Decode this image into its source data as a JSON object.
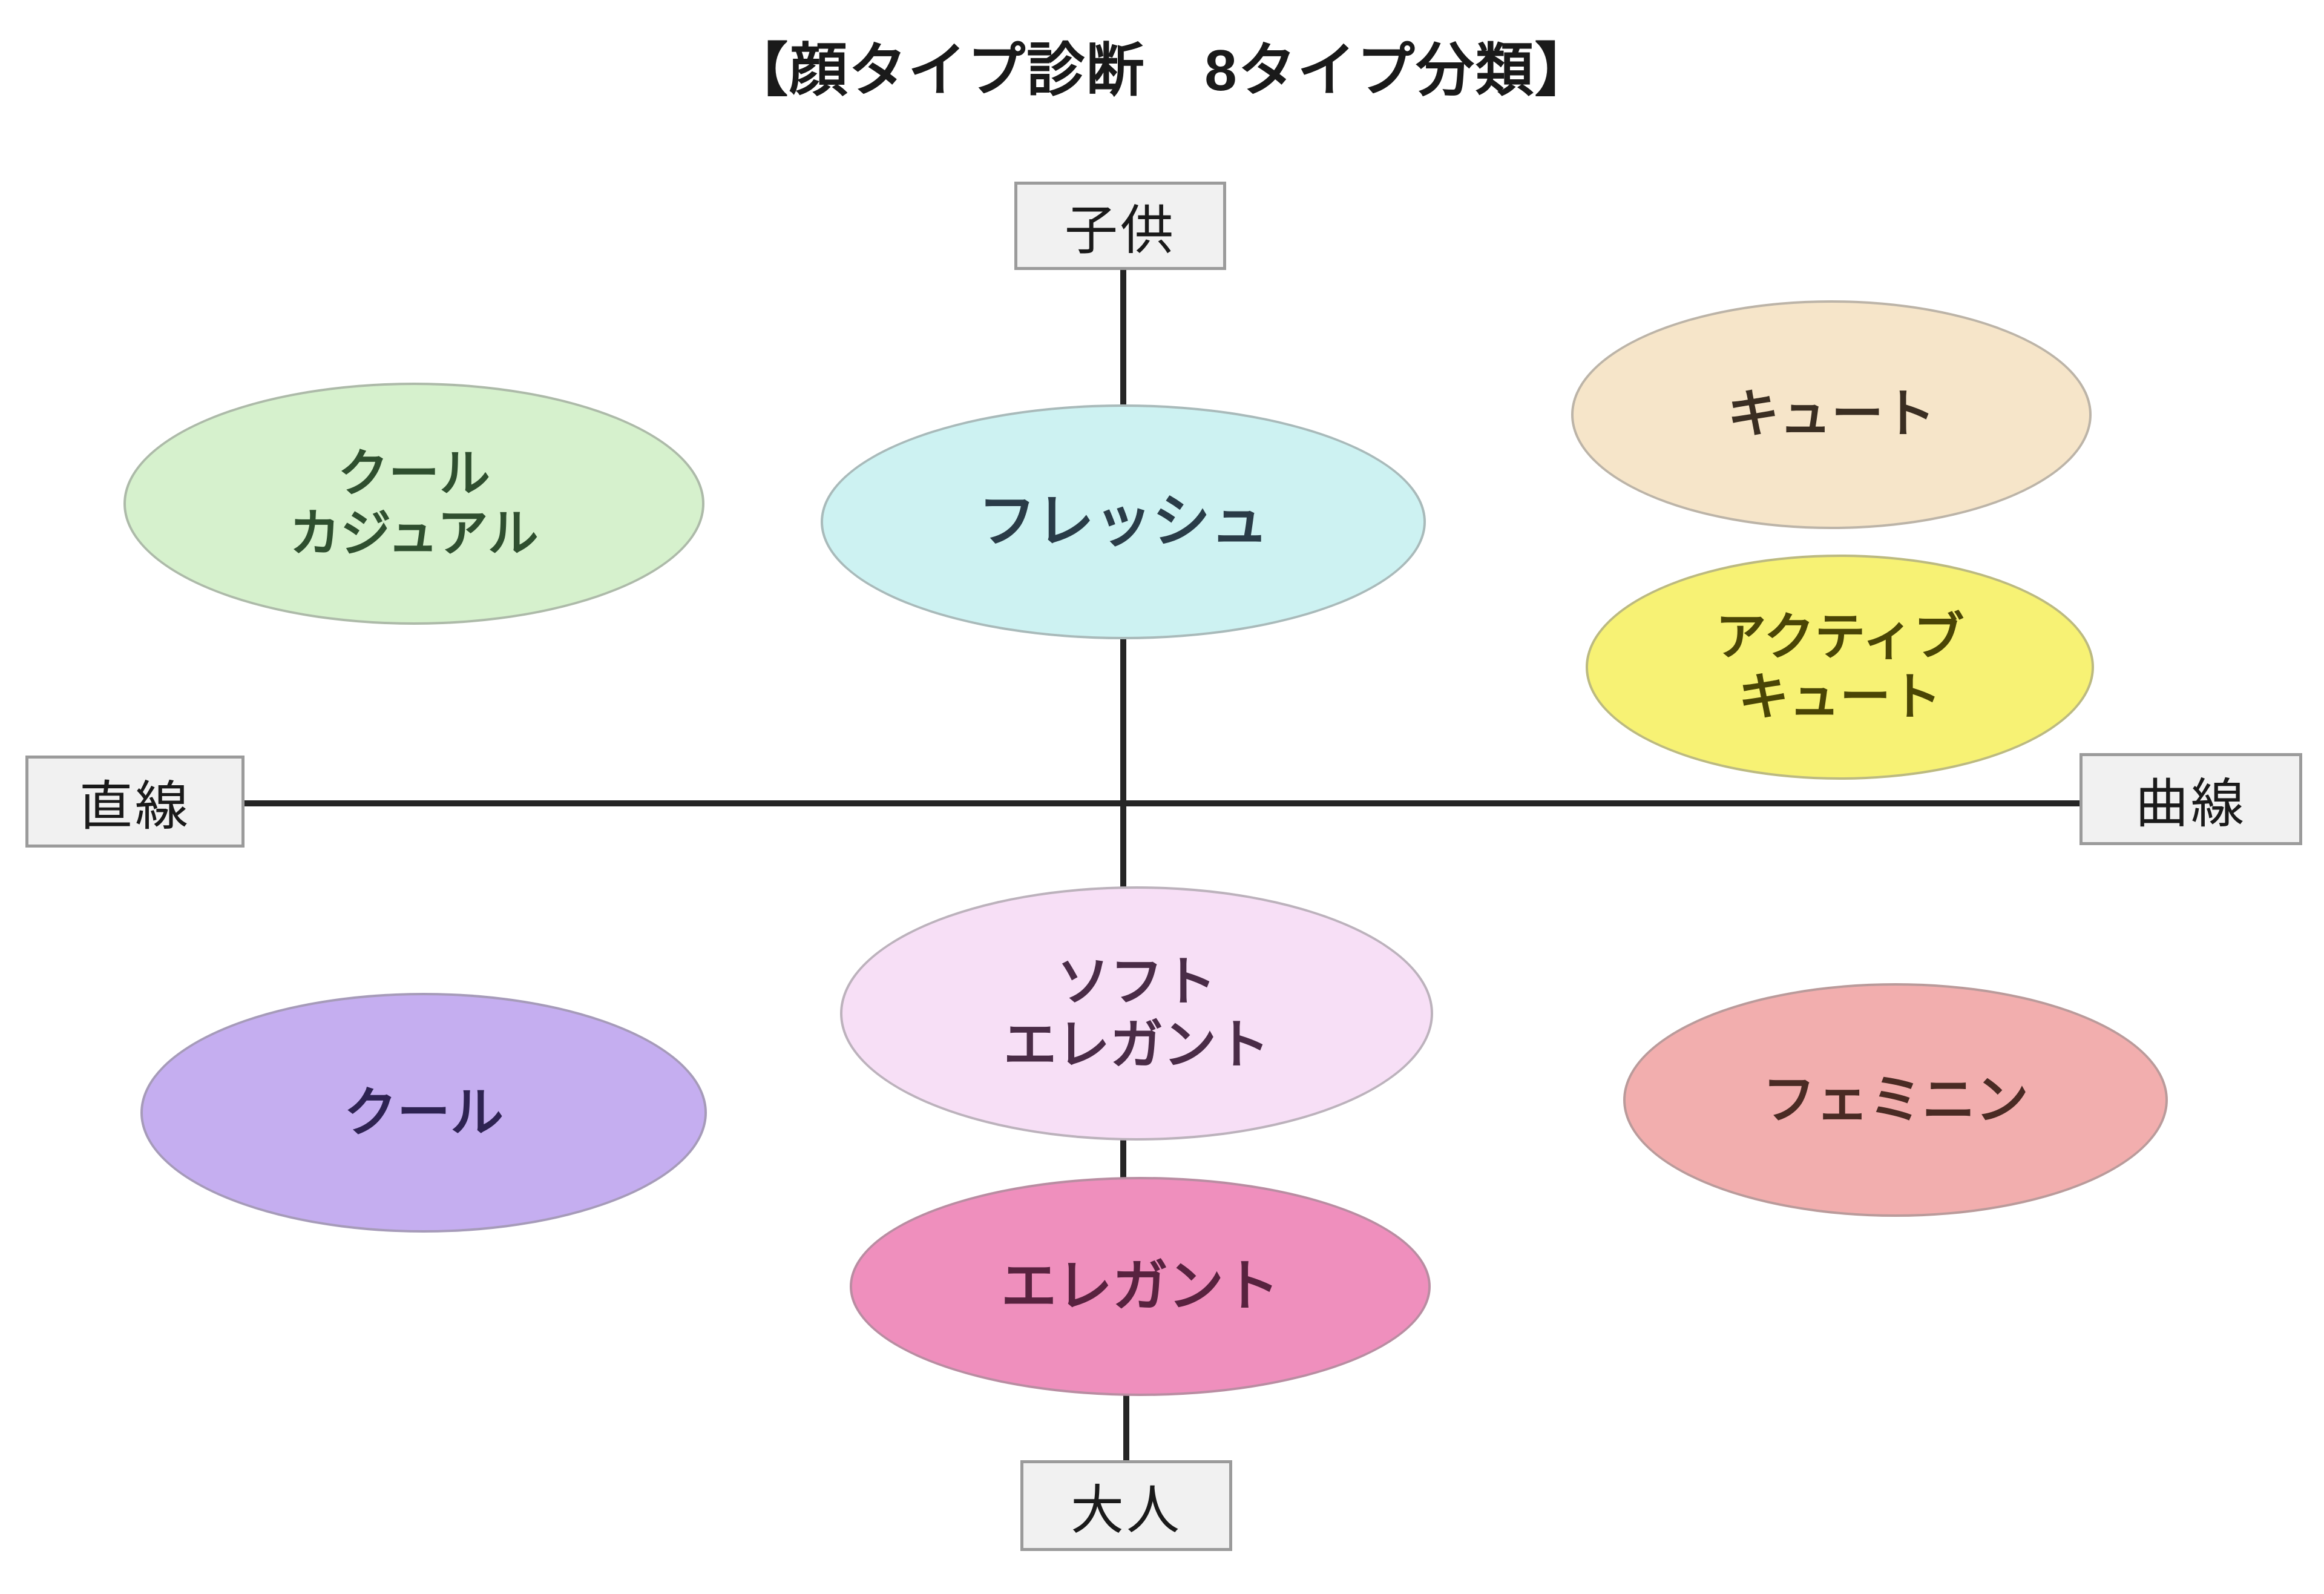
{
  "title": "【顔タイプ診断　8タイプ分類】",
  "axis_labels": {
    "top": "子供",
    "bottom": "大人",
    "left": "直線",
    "right": "曲線"
  },
  "colors": {
    "axis_line": "#252525",
    "axis_box_fill": "#f1f1f1",
    "axis_box_border": "#9b9b9b",
    "cool_casual": "#d6f1cd",
    "fresh": "#cdf2f2",
    "cute": "#f6e5c9",
    "active_cute": "#f7f274",
    "soft_elegant": "#f7dff6",
    "cool": "#c5aef0",
    "feminine": "#f2aeae",
    "elegant": "#ef8fbd"
  },
  "chart_data": {
    "type": "scatter",
    "title": "【顔タイプ診断　8タイプ分類】",
    "xlabel": "直線 ↔ 曲線",
    "ylabel": "子供 ↔ 大人",
    "x_axis": {
      "left": "直線",
      "right": "曲線"
    },
    "y_axis": {
      "top": "子供",
      "bottom": "大人"
    },
    "grid": false,
    "legend": "none",
    "categories": [
      "クール\nカジュアル",
      "フレッシュ",
      "キュート",
      "アクティブ\nキュート",
      "ソフト\nエレガント",
      "クール",
      "フェミニン",
      "エレガント"
    ]
  },
  "types": [
    {
      "id": "cool-casual",
      "lines": [
        "クール",
        "カジュアル"
      ],
      "color": "#d6f1cd",
      "quadrant": "upper-left"
    },
    {
      "id": "fresh",
      "lines": [
        "フレッシュ"
      ],
      "color": "#cdf2f2",
      "quadrant": "upper-center"
    },
    {
      "id": "cute",
      "lines": [
        "キュート"
      ],
      "color": "#f6e5c9",
      "quadrant": "upper-right"
    },
    {
      "id": "active-cute",
      "lines": [
        "アクティブ",
        "キュート"
      ],
      "color": "#f7f274",
      "quadrant": "upper-right"
    },
    {
      "id": "soft-elegant",
      "lines": [
        "ソフト",
        "エレガント"
      ],
      "color": "#f7dff6",
      "quadrant": "lower-center"
    },
    {
      "id": "cool",
      "lines": [
        "クール"
      ],
      "color": "#c5aef0",
      "quadrant": "lower-left"
    },
    {
      "id": "feminine",
      "lines": [
        "フェミニン"
      ],
      "color": "#f2aeae",
      "quadrant": "lower-right"
    },
    {
      "id": "elegant",
      "lines": [
        "エレガント"
      ],
      "color": "#ef8fbd",
      "quadrant": "lower-center"
    }
  ]
}
